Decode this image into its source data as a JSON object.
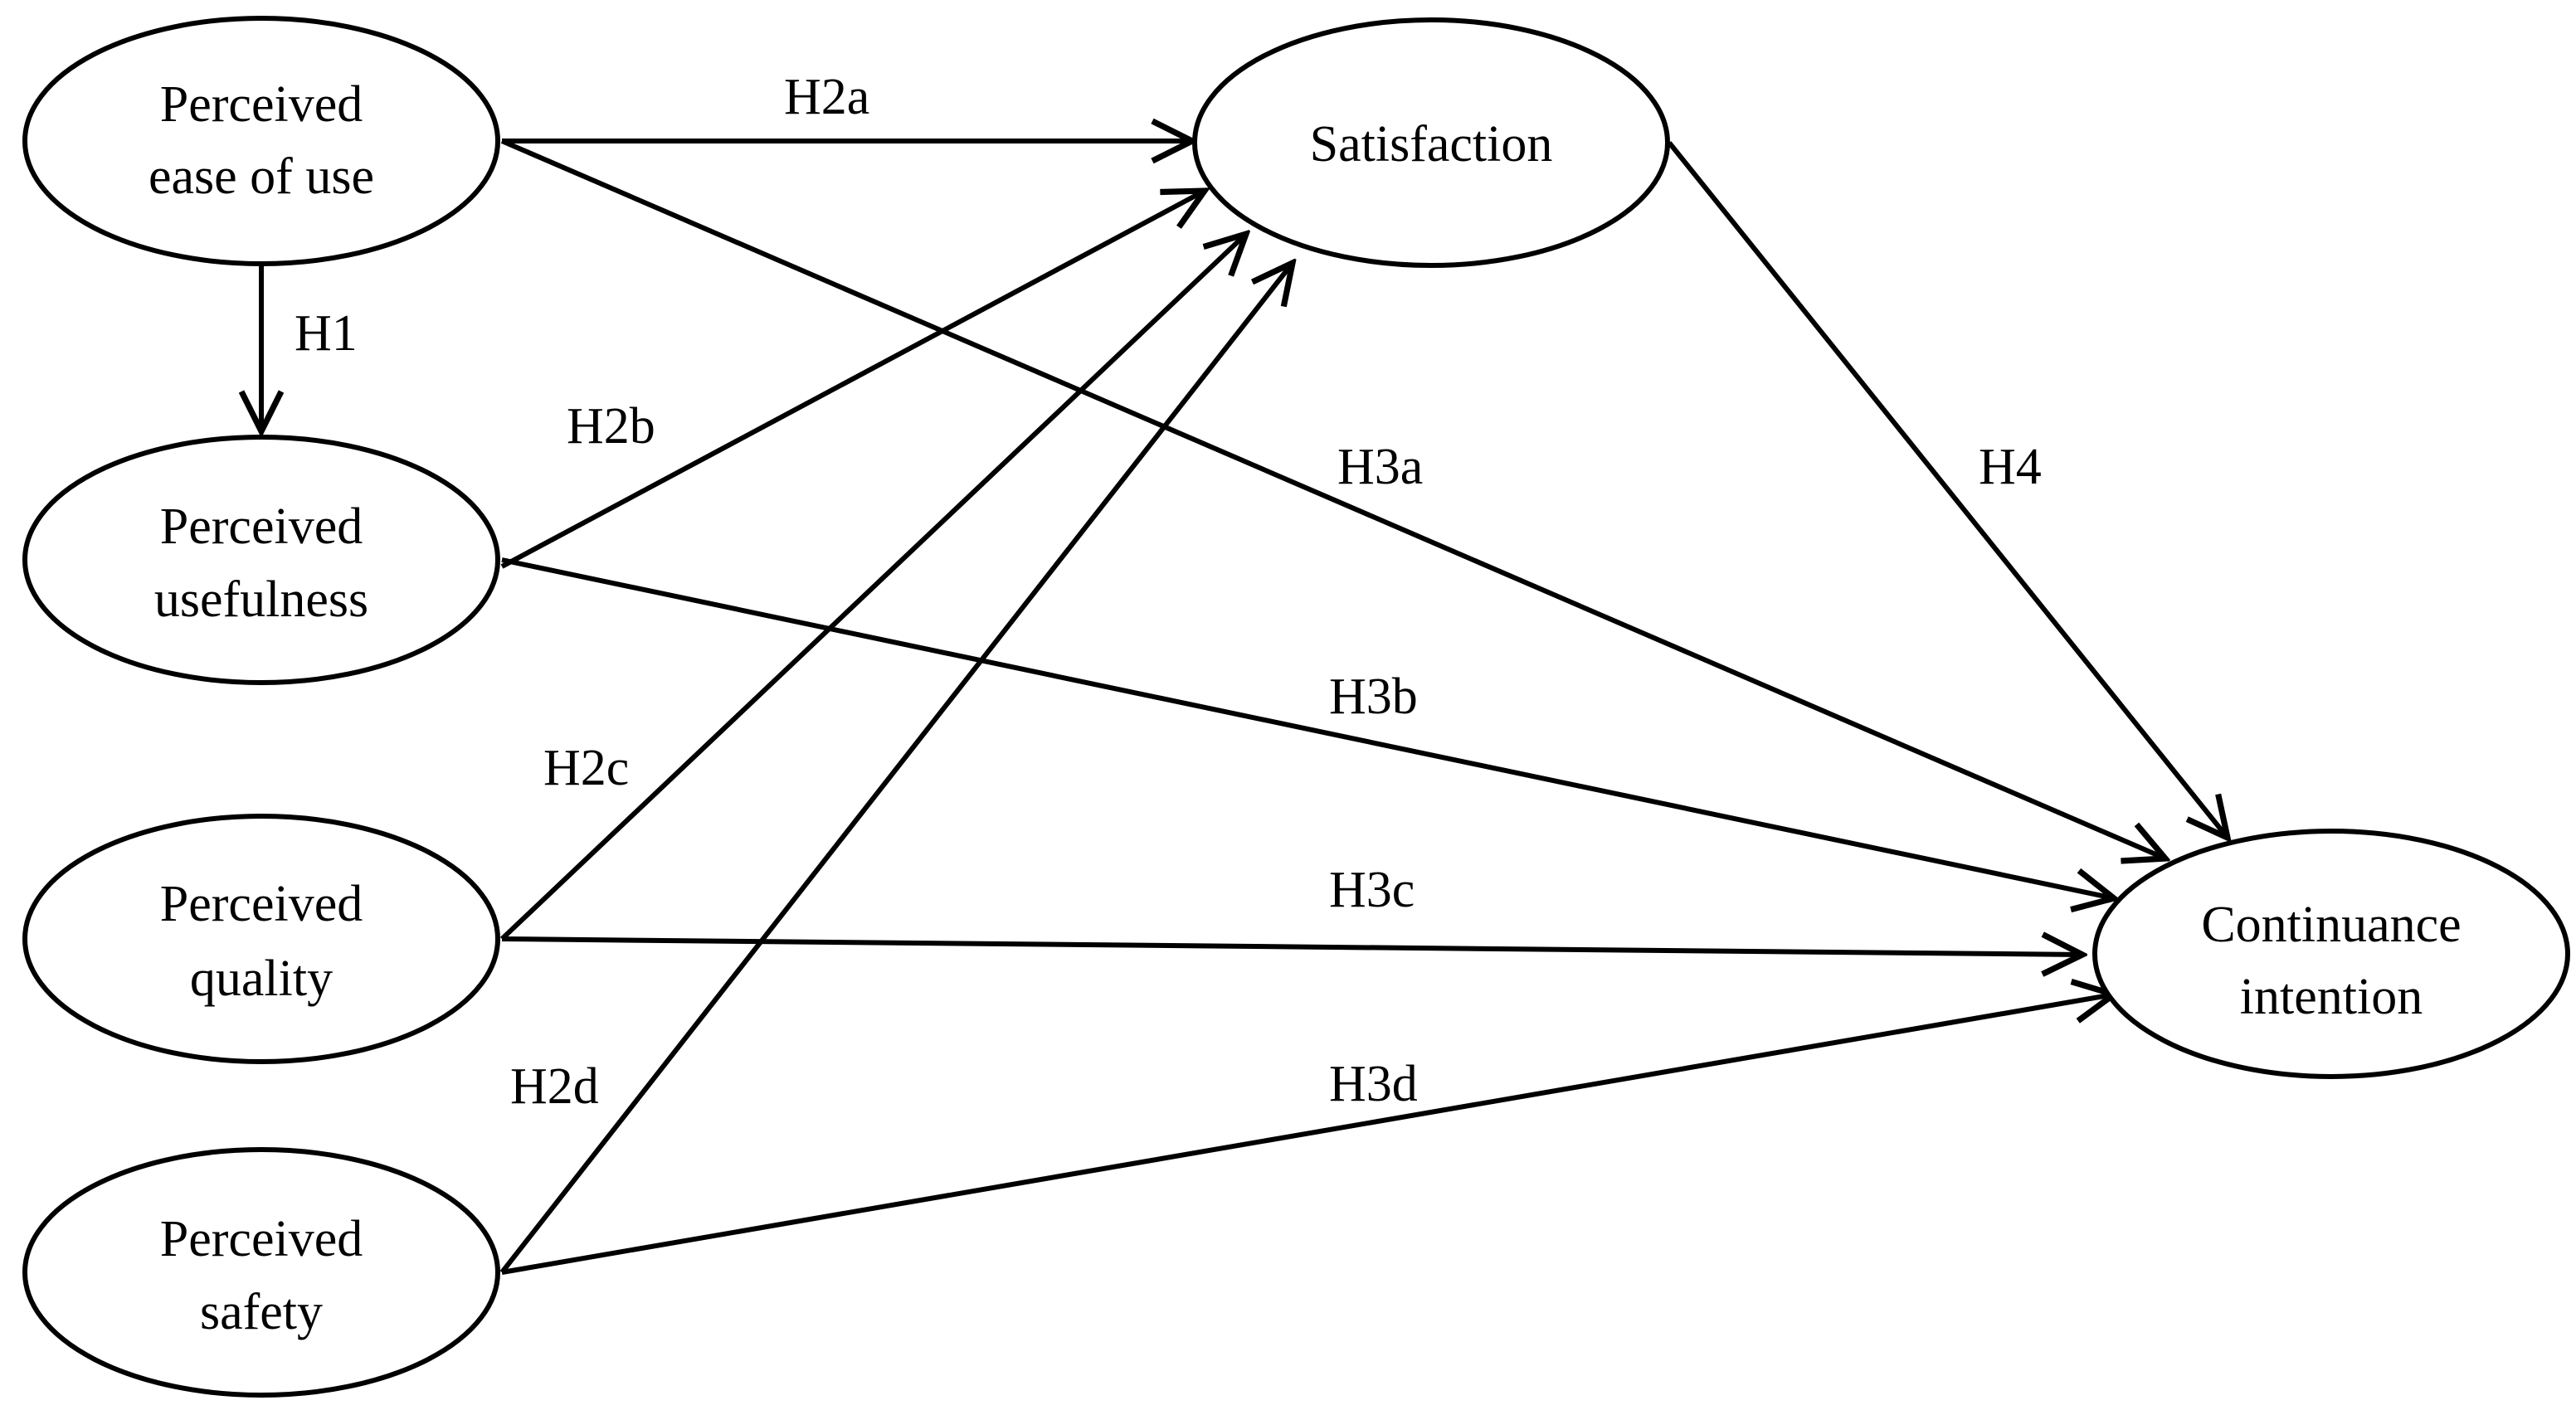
{
  "diagram": {
    "type": "research-model",
    "nodes": [
      {
        "id": "peou",
        "lines": [
          "Perceived",
          "ease of use"
        ]
      },
      {
        "id": "pu",
        "lines": [
          "Perceived",
          "usefulness"
        ]
      },
      {
        "id": "pq",
        "lines": [
          "Perceived",
          "quality"
        ]
      },
      {
        "id": "ps",
        "lines": [
          "Perceived",
          "safety"
        ]
      },
      {
        "id": "sat",
        "lines": [
          "Satisfaction"
        ]
      },
      {
        "id": "ci",
        "lines": [
          "Continuance",
          "intention"
        ]
      }
    ],
    "edges": [
      {
        "id": "h1",
        "from": "peou",
        "to": "pu",
        "label": "H1"
      },
      {
        "id": "h2a",
        "from": "peou",
        "to": "sat",
        "label": "H2a"
      },
      {
        "id": "h2b",
        "from": "pu",
        "to": "sat",
        "label": "H2b"
      },
      {
        "id": "h2c",
        "from": "pq",
        "to": "sat",
        "label": "H2c"
      },
      {
        "id": "h2d",
        "from": "ps",
        "to": "sat",
        "label": "H2d"
      },
      {
        "id": "h3a",
        "from": "peou",
        "to": "ci",
        "label": "H3a"
      },
      {
        "id": "h3b",
        "from": "pu",
        "to": "ci",
        "label": "H3b"
      },
      {
        "id": "h3c",
        "from": "pq",
        "to": "ci",
        "label": "H3c"
      },
      {
        "id": "h3d",
        "from": "ps",
        "to": "ci",
        "label": "H3d"
      },
      {
        "id": "h4",
        "from": "sat",
        "to": "ci",
        "label": "H4"
      }
    ]
  },
  "colors": {
    "stroke": "#000000",
    "fill": "#ffffff",
    "text": "#000000"
  }
}
